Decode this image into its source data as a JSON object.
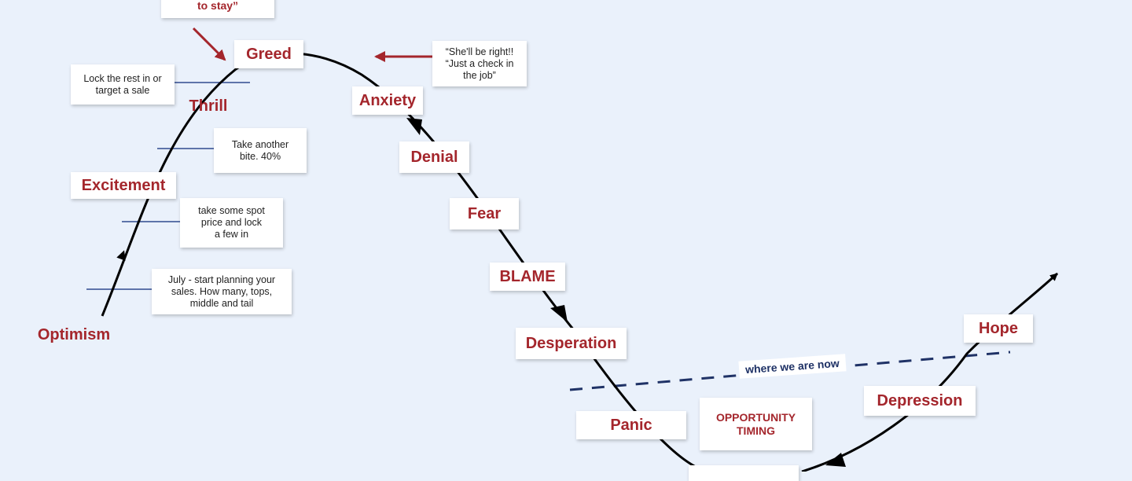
{
  "colors": {
    "background": "#eaf1fb",
    "stage_text": "#a4262c",
    "curve": "#000000",
    "guide_line": "#2f4a8f",
    "dashed_line": "#1f3266",
    "note_text": "#222222"
  },
  "stages": {
    "greed": "Greed",
    "thrill": "Thrill",
    "excitement": "Excitement",
    "optimism": "Optimism",
    "anxiety": "Anxiety",
    "denial": "Denial",
    "fear": "Fear",
    "blame": "BLAME",
    "desperation": "Desperation",
    "panic": "Panic",
    "depression": "Depression",
    "hope": "Hope"
  },
  "notes": {
    "top_partial": "to stay”",
    "lock_rest": [
      "Lock the rest in or",
      "target a sale"
    ],
    "another_bite": [
      "Take another",
      "bite. 40%"
    ],
    "spot_price": [
      "take some spot",
      "price and lock",
      "a few in"
    ],
    "july": [
      "July - start planning your",
      "sales. How many, tops,",
      "middle and tail"
    ],
    "shell_be_right": [
      "“She'll be right!!",
      "“Just a check in",
      "the job”"
    ]
  },
  "opportunity": [
    "OPPORTUNITY",
    "TIMING"
  ],
  "now_label": "where we are now"
}
